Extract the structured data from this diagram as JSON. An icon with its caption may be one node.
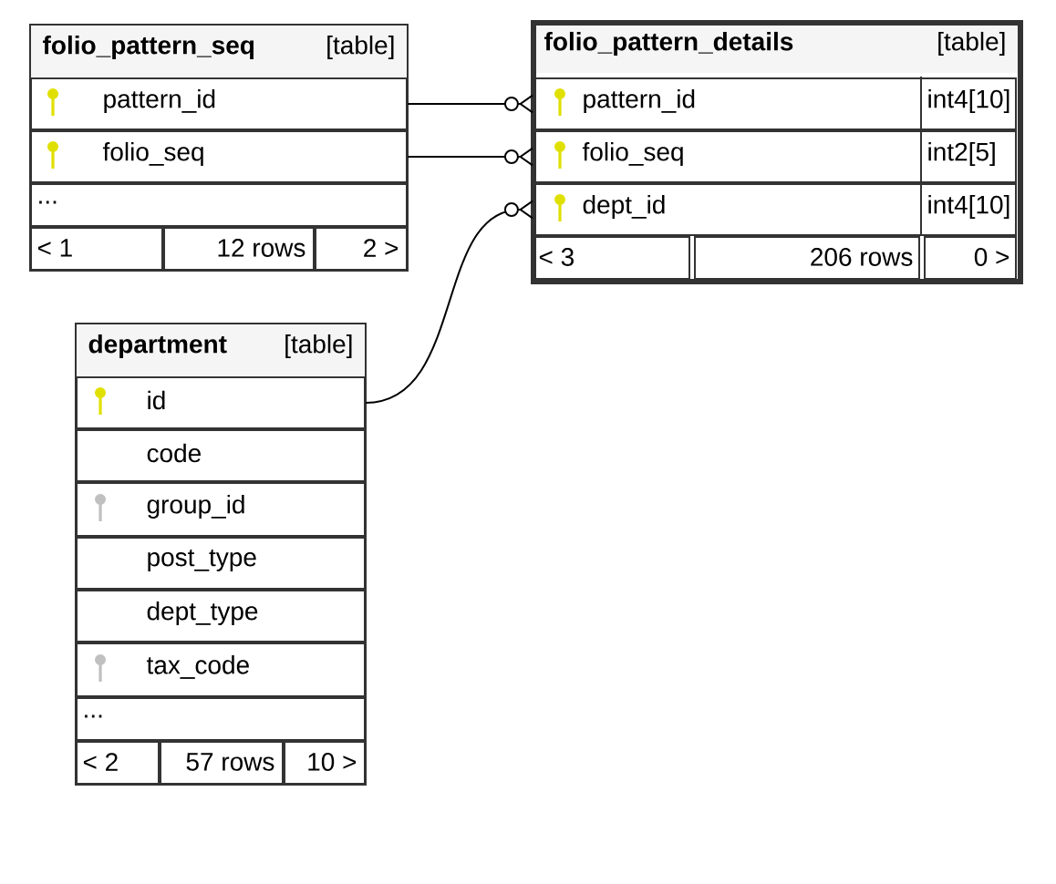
{
  "diagram": {
    "nodes": [
      {
        "text": [
          "folio_pattern_seq",
          "[table]"
        ]
      },
      {
        "text": [
          "pattern_id"
        ],
        "in": 0
      },
      {
        "text": [
          "folio_seq"
        ],
        "in": 0
      },
      {
        "text": [
          "..."
        ],
        "in": 0
      },
      {
        "text": [
          "< 1"
        ],
        "in": 0
      },
      {
        "text": [
          "12 rows"
        ],
        "in": 0
      },
      {
        "text": [
          "2 >"
        ],
        "in": 0
      },
      {
        "text": [
          "folio_pattern_details",
          "[table]"
        ]
      },
      {
        "text": [
          "pattern_id",
          "int4[10]"
        ],
        "in": 7
      },
      {
        "text": [
          "folio_seq",
          "int2[5]"
        ],
        "in": 7
      },
      {
        "text": [
          "dept_id",
          "int4[10]"
        ],
        "in": 7
      },
      {
        "text": [
          "< 3"
        ],
        "in": 7
      },
      {
        "text": [
          "206 rows"
        ],
        "in": 7
      },
      {
        "text": [
          "0 >"
        ],
        "in": 7
      },
      {
        "text": [
          "department",
          "[table]"
        ]
      },
      {
        "text": [
          "id"
        ],
        "in": 14
      },
      {
        "text": [
          "code"
        ],
        "in": 14
      },
      {
        "text": [
          "group_id"
        ],
        "in": 14
      },
      {
        "text": [
          "post_type"
        ],
        "in": 14
      },
      {
        "text": [
          "dept_type"
        ],
        "in": 14
      },
      {
        "text": [
          "tax_code"
        ],
        "in": 14
      },
      {
        "text": [
          "..."
        ],
        "in": 14
      },
      {
        "text": [
          "< 2"
        ],
        "in": 14
      },
      {
        "text": [
          "57 rows"
        ],
        "in": 14
      },
      {
        "text": [
          "10 >"
        ],
        "in": 14
      }
    ],
    "edges": [
      {
        "from": 1,
        "to": 8,
        "arrow": "other"
      },
      {
        "from": 2,
        "to": 9,
        "arrow": "other"
      },
      {
        "from": 15,
        "to": 10,
        "arrow": "other"
      }
    ]
  }
}
